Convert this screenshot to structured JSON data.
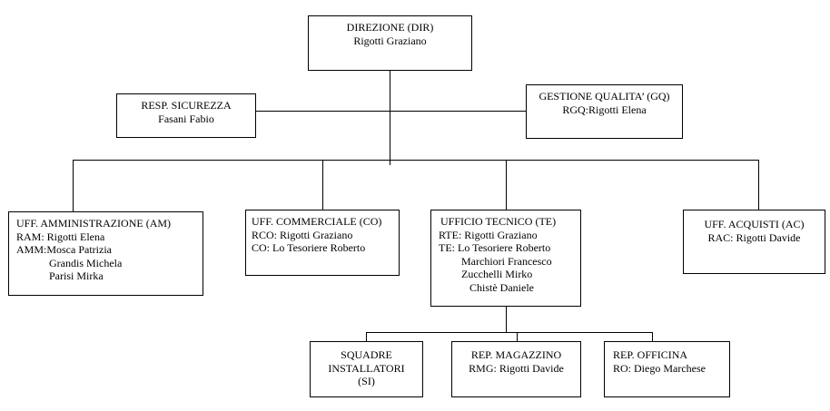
{
  "chart_data": {
    "type": "org_chart",
    "nodes": {
      "dir": {
        "title": "DIREZIONE (DIR)",
        "lines": [
          "Rigotti Graziano"
        ]
      },
      "sic": {
        "title": "RESP. SICUREZZA",
        "lines": [
          "Fasani Fabio"
        ]
      },
      "gq": {
        "title": "GESTIONE QUALITA’ (GQ)",
        "lines": [
          "RGQ:Rigotti Elena"
        ]
      },
      "am": {
        "title": "UFF. AMMINISTRAZIONE (AM)",
        "lines": [
          "RAM: Rigotti Elena",
          "AMM:Mosca Patrizia",
          "Grandis Michela",
          "Parisi Mirka"
        ]
      },
      "co": {
        "title": "UFF. COMMERCIALE (CO)",
        "lines": [
          "RCO: Rigotti Graziano",
          "CO: Lo Tesoriere Roberto"
        ]
      },
      "te": {
        "title": "UFFICIO TECNICO (TE)",
        "lines": [
          "RTE: Rigotti Graziano",
          "TE: Lo Tesoriere Roberto",
          "Marchiori Francesco",
          "Zucchelli Mirko",
          "Chistè Daniele"
        ]
      },
      "ac": {
        "title": "UFF. ACQUISTI (AC)",
        "lines": [
          "RAC: Rigotti Davide"
        ]
      },
      "si": {
        "title": "SQUADRE",
        "lines": [
          "INSTALLATORI",
          "(SI)"
        ]
      },
      "mag": {
        "title": "REP. MAGAZZINO",
        "lines": [
          "RMG: Rigotti Davide"
        ]
      },
      "off": {
        "title": "REP. OFFICINA",
        "lines": [
          "RO: Diego Marchese"
        ]
      }
    },
    "edges": [
      [
        "dir",
        "sic"
      ],
      [
        "dir",
        "gq"
      ],
      [
        "dir",
        "am"
      ],
      [
        "dir",
        "co"
      ],
      [
        "dir",
        "te"
      ],
      [
        "dir",
        "ac"
      ],
      [
        "te",
        "si"
      ],
      [
        "te",
        "mag"
      ],
      [
        "te",
        "off"
      ]
    ]
  }
}
